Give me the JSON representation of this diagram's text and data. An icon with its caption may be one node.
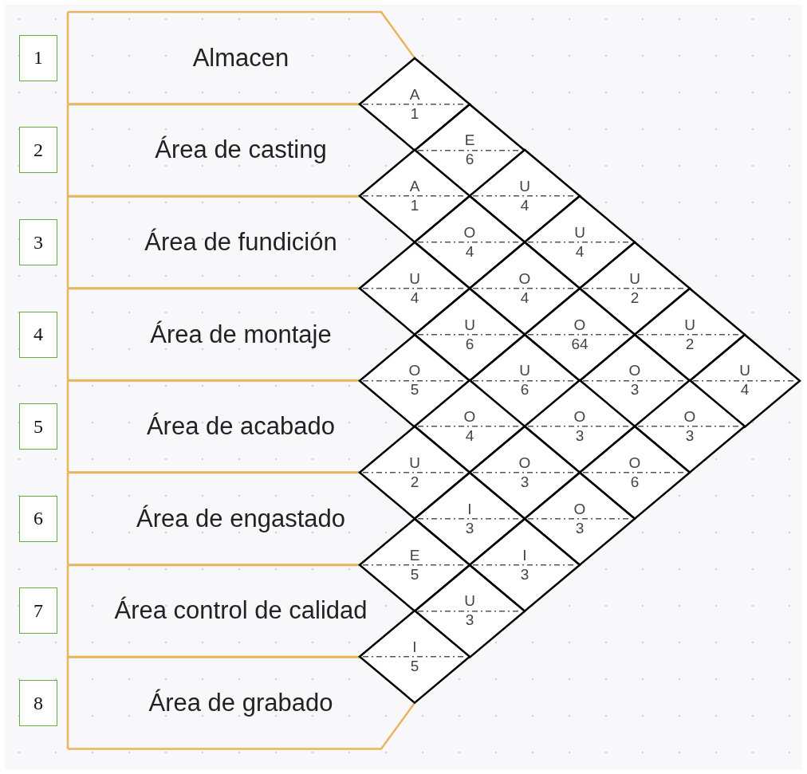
{
  "diagram": {
    "nodes": [
      {
        "text": [
          "1"
        ]
      },
      {
        "text": [
          "2"
        ]
      },
      {
        "text": [
          "3"
        ]
      },
      {
        "text": [
          "4"
        ]
      },
      {
        "text": [
          "5"
        ]
      },
      {
        "text": [
          "6"
        ]
      },
      {
        "text": [
          "7"
        ]
      },
      {
        "text": [
          "8"
        ]
      },
      {
        "text": [
          "Almacen"
        ]
      },
      {
        "text": [
          "Área de casting"
        ]
      },
      {
        "text": [
          "Área de fundición"
        ]
      },
      {
        "text": [
          "Área de montaje"
        ]
      },
      {
        "text": [
          "Área de acabado"
        ]
      },
      {
        "text": [
          "Área de engastado"
        ]
      },
      {
        "text": [
          "Área control de calidad"
        ]
      },
      {
        "text": [
          "Área de grabado"
        ]
      },
      {
        "text": [
          "A",
          "1"
        ]
      },
      {
        "text": [
          "E",
          "6"
        ]
      },
      {
        "text": [
          "A",
          "1"
        ]
      },
      {
        "text": [
          "U",
          "4"
        ]
      },
      {
        "text": [
          "O",
          "4"
        ]
      },
      {
        "text": [
          "U",
          "4"
        ]
      },
      {
        "text": [
          "U",
          "4"
        ]
      },
      {
        "text": [
          "O",
          "4"
        ]
      },
      {
        "text": [
          "U",
          "2"
        ]
      },
      {
        "text": [
          "U",
          "6"
        ]
      },
      {
        "text": [
          "O",
          "64"
        ]
      },
      {
        "text": [
          "U",
          "2"
        ]
      },
      {
        "text": [
          "O",
          "5"
        ]
      },
      {
        "text": [
          "U",
          "6"
        ]
      },
      {
        "text": [
          "O",
          "3"
        ]
      },
      {
        "text": [
          "U",
          "4"
        ]
      },
      {
        "text": [
          "O",
          "4"
        ]
      },
      {
        "text": [
          "O",
          "3"
        ]
      },
      {
        "text": [
          "O",
          "3"
        ]
      },
      {
        "text": [
          "U",
          "2"
        ]
      },
      {
        "text": [
          "O",
          "3"
        ]
      },
      {
        "text": [
          "O",
          "6"
        ]
      },
      {
        "text": [
          "I",
          "3"
        ]
      },
      {
        "text": [
          "O",
          "3"
        ]
      },
      {
        "text": [
          "E",
          "5"
        ]
      },
      {
        "text": [
          "I",
          "3"
        ]
      },
      {
        "text": [
          "U",
          "3"
        ]
      },
      {
        "text": [
          "I",
          "5"
        ]
      }
    ]
  }
}
